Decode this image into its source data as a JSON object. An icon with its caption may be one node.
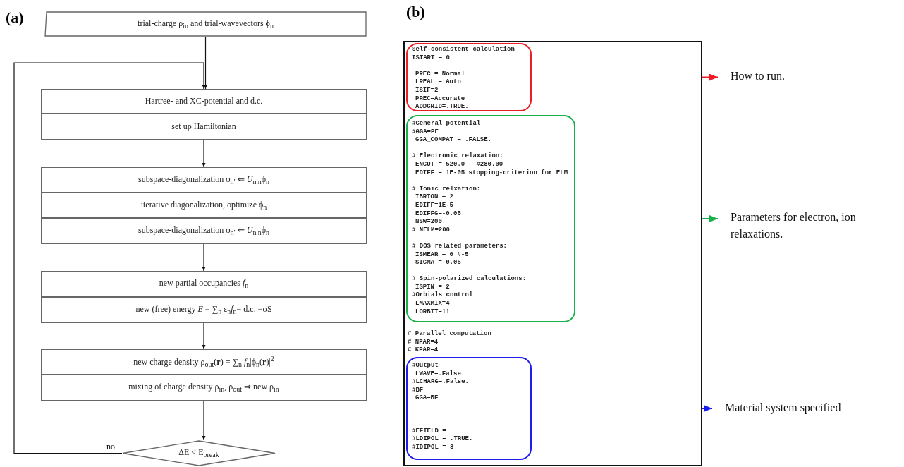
{
  "diagram": {
    "nodes": [
      {
        "text": [
          "trial-charge ρ$_{in}$ and trial-wavevectors ϕ$_{n}$"
        ]
      },
      {
        "text": [
          "Hartree- and XC-potential and d.c."
        ]
      },
      {
        "text": [
          "set up Hamiltonian"
        ]
      },
      {
        "text": [
          "subspace-diagonalization ϕ$_{n′}$ ⇐ *U*$_{n′n}$ϕ$_{n}$"
        ]
      },
      {
        "text": [
          "iterative diagonalization, optimize ϕ$_{n}$"
        ]
      },
      {
        "text": [
          "subspace-diagonalization ϕ$_{n′}$ ⇐ *U*$_{n′n}$ϕ$_{n}$"
        ]
      },
      {
        "text": [
          "new partial occupancies *f*$_{n}$"
        ]
      },
      {
        "text": [
          "new (free) energy *E* = ∑$_{n}$ ε$_{n}$*f*$_{n}$− d.c. −σS"
        ]
      },
      {
        "text": [
          "new charge density ρ$_{out}$(**r**) = ∑$_{n}$ *f*$_{n}$|ϕ$_{n}$(**r**)|$^{2}$"
        ]
      },
      {
        "text": [
          "mixing of charge density ρ$_{in}$, ρ$_{out}$ ⇒ new ρ$_{in}$"
        ]
      },
      {
        "text": [
          "ΔE < E$_{break}$"
        ]
      },
      {
        "text": [
          "# Parallel computation",
          "# NPAR=4",
          "# KPAR=4"
        ]
      },
      {
        "text": [
          "Self-consistent calculation",
          "ISTART = 0",
          "PREC = Normal",
          "LREAL = Auto",
          "ISIF=2",
          "PREC=Accurate",
          "ADDGRID=.TRUE."
        ],
        "in": 11
      },
      {
        "text": [
          "#General potential",
          "#GGA=PE",
          "GGA_COMPAT = .FALSE.",
          "# Electronic relaxation:",
          "ENCUT = 520.0   #280.00",
          "EDIFF = 1E-05 stopping-criterion for ELM",
          "# Ionic relxation:",
          "IBRION = 2",
          "EDIFF=1E-5",
          "EDIFFG=-0.05",
          "NSW=200",
          "# NELM=200",
          "# DOS related parameters:",
          "ISMEAR = 0 #-5",
          "SIGMA = 0.05",
          "# Spin-polarized calculations:",
          "ISPIN = 2",
          "#Orbials control",
          "LMAXMIX=4",
          "LORBIT=11"
        ],
        "in": 11
      },
      {
        "text": [
          "#Output",
          "LWAVE=.False.",
          "#LCHARG=.False.",
          "#BF",
          "GGA=BF",
          "#EFIELD =",
          "#LDIPOL = .TRUE.",
          "#IDIPOL = 3"
        ],
        "in": 11
      },
      {
        "text": [
          "How to run."
        ]
      },
      {
        "text": [
          "Parameters for electron, ion relaxations."
        ]
      },
      {
        "text": [
          "Material system specified"
        ]
      }
    ],
    "edges": [
      {
        "from": 0,
        "to": 1,
        "arrow": "to"
      },
      {
        "from": 2,
        "to": 3,
        "arrow": "to"
      },
      {
        "from": 5,
        "to": 6,
        "arrow": "to"
      },
      {
        "from": 7,
        "to": 8,
        "arrow": "to"
      },
      {
        "from": 9,
        "to": 10,
        "arrow": "to"
      },
      {
        "from": 10,
        "to": 1,
        "arrow": "to",
        "label": "no"
      },
      {
        "from": 12,
        "to": 15,
        "arrow": "to",
        "color": "#ee1c25"
      },
      {
        "from": 13,
        "to": 16,
        "arrow": "to",
        "color": "#1aaf4b"
      },
      {
        "from": 14,
        "to": 17,
        "arrow": "to",
        "color": "#1c1cf0"
      }
    ],
    "labels": [
      "(a)",
      "(b)"
    ]
  }
}
